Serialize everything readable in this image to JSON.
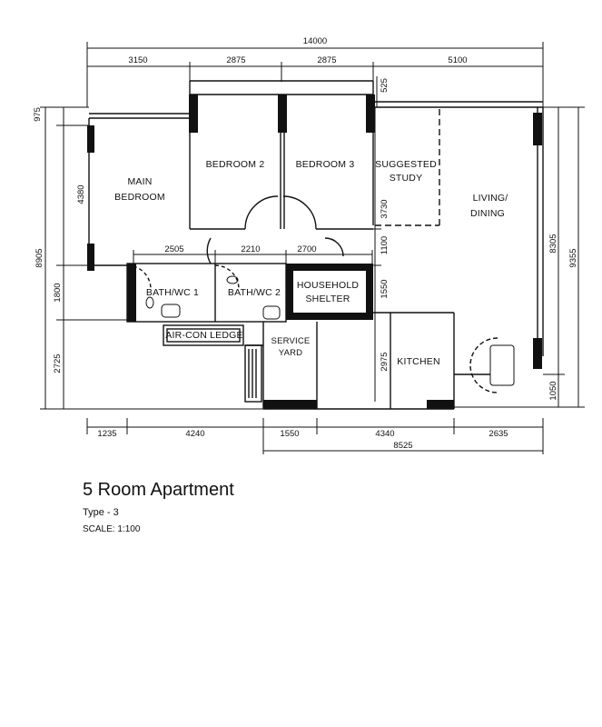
{
  "title": "5 Room Apartment",
  "subtitle": "Type - 3",
  "scale": "SCALE: 1:100",
  "rooms": {
    "main_bedroom_1": "MAIN",
    "main_bedroom_2": "BEDROOM",
    "bedroom2": "BEDROOM 2",
    "bedroom3": "BEDROOM 3",
    "study_1": "SUGGESTED",
    "study_2": "STUDY",
    "living_1": "LIVING/",
    "living_2": "DINING",
    "bath1": "BATH/WC 1",
    "bath2": "BATH/WC 2",
    "shelter_1": "HOUSEHOLD",
    "shelter_2": "SHELTER",
    "aircon": "AIR-CON LEDGE",
    "service_1": "SERVICE",
    "service_2": "YARD",
    "kitchen": "KITCHEN"
  },
  "dimensions": {
    "overall_top": "14000",
    "top_1": "3150",
    "top_2": "2875",
    "top_3": "2875",
    "top_4": "5100",
    "left_975": "975",
    "left_4380": "4380",
    "left_8905": "8905",
    "left_1800": "1800",
    "left_2725": "2725",
    "mid_2505": "2505",
    "mid_2210": "2210",
    "mid_2700": "2700",
    "inner_525": "525",
    "inner_3730": "3730",
    "inner_1100": "1100",
    "inner_1550": "1550",
    "inner_2975": "2975",
    "right_8305": "8305",
    "right_9355": "9355",
    "right_1050": "1050",
    "bottom_1235": "1235",
    "bottom_4240": "4240",
    "bottom_1550": "1550",
    "bottom_4340": "4340",
    "bottom_2635": "2635",
    "bottom_8525": "8525"
  }
}
